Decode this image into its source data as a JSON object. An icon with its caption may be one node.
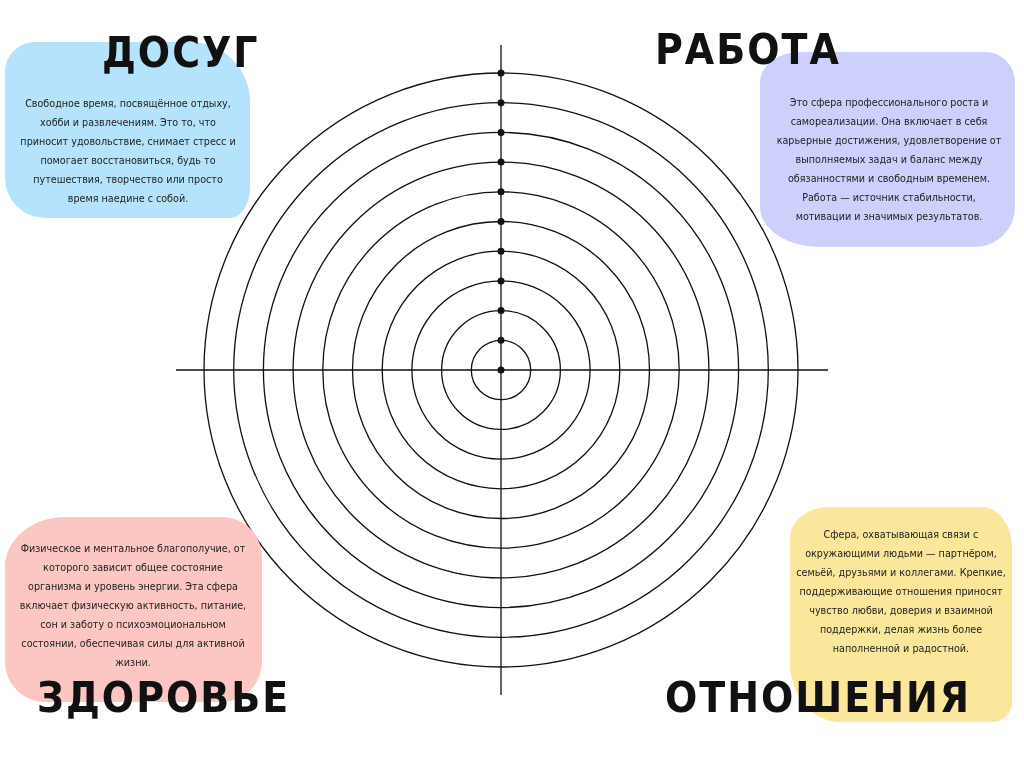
{
  "diagram": {
    "nodes": [
      {
        "text": [
          "ДОСУГ",
          "Свободное время, посвящённое отдыху, хобби и развлечениям. Это то, что приносит удовольствие, снимает стресс и помогает восстановиться, будь то путешествия, творчество или просто время наедине с собой."
        ]
      },
      {
        "text": [
          "РАБОТА",
          "Это сфера профессионального роста и самореализации. Она включает в себя карьерные достижения, удовлетворение от выполняемых задач и баланс между обязанностями и свободным временем. Работа — источник стабильности, мотивации и значимых результатов."
        ]
      },
      {
        "text": [
          "Физическое и ментальное благополучие, от которого зависит общее состояние организма и уровень энергии. Эта сфера включает физическую активность, питание, сон и заботу о психоэмоциональном состоянии, обеспечивая силы для активной жизни.",
          "ЗДОРОВЬЕ"
        ]
      },
      {
        "text": [
          "Сфера, охватывающая связи с окружающими людьми — партнёром, семьёй, друзьями и коллегами. Крепкие, поддерживающие отношения приносят чувство любви, доверия и взаимной поддержки, делая жизнь более наполненной и радостной.",
          "ОТНОШЕНИЯ"
        ]
      }
    ],
    "edges": []
  }
}
